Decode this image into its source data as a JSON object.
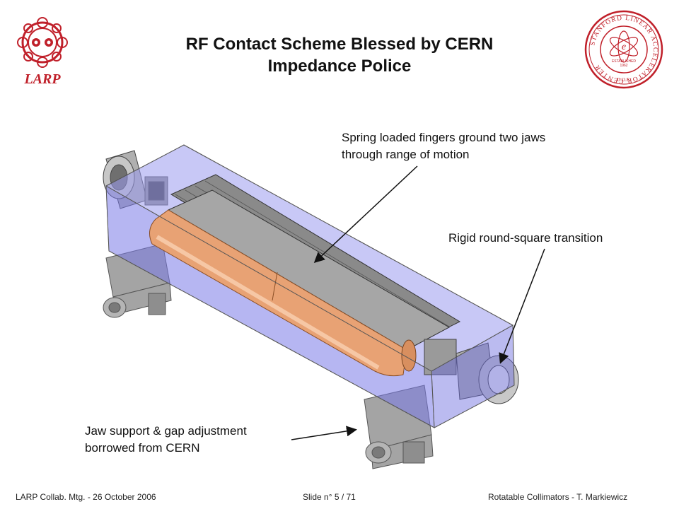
{
  "slide": {
    "title_line1": "RF Contact Scheme Blessed by CERN",
    "title_line2": "Impedance Police"
  },
  "logos": {
    "left": {
      "icon": "larp-logo-icon",
      "text": "LARP",
      "color": "#c0202a"
    },
    "right": {
      "icon": "slac-seal-icon",
      "ring_text": "STANFORD LINEAR ACCELERATOR CENTER",
      "established_label": "ESTABLISHED",
      "established_year": "1962",
      "bottom_text": "D.O.E.",
      "color": "#c0202a"
    }
  },
  "callouts": {
    "spring_line1": "Spring loaded fingers ground two jaws",
    "spring_line2": "through range of motion",
    "rigid": "Rigid round-square transition",
    "jaw_line1": "Jaw support & gap adjustment",
    "jaw_line2": "borrowed from CERN"
  },
  "figure": {
    "icon": "collimator-assembly-render-icon",
    "colors": {
      "tank": "#7b7be8",
      "jaw": "#e8a274",
      "fingers": "#8a8a8a",
      "support": "#9a9a9a"
    }
  },
  "footer": {
    "left": "LARP Collab. Mtg.  - 26 October 2006",
    "center": "Slide n° 5 / 71",
    "right": "Rotatable Collimators - T. Markiewicz"
  }
}
